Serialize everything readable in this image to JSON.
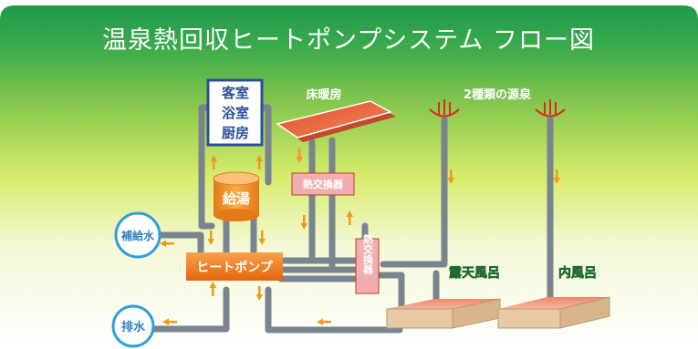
{
  "title": "温泉熱回収ヒートポンプシステム フロー図",
  "labels": {
    "room_lines": [
      "客室",
      "浴室",
      "厨房"
    ],
    "floor_heating": "床暖房",
    "two_sources": "2種類の源泉",
    "hot_water": "給湯",
    "heat_exchanger": "熱交換器",
    "supply_water": "補給水",
    "heat_pump": "ヒートポンプ",
    "outdoor_bath": "露天風呂",
    "indoor_bath": "内風呂",
    "drain": "排水"
  },
  "colors": {
    "header": "#1f9a4a",
    "pipe": "#7a848e",
    "room_border": "#2c4f98",
    "heat_pump": "#ee7a1c",
    "arrow": "#f0981f",
    "exchanger": "#f1aeb0",
    "circle": "#2e9fde"
  }
}
